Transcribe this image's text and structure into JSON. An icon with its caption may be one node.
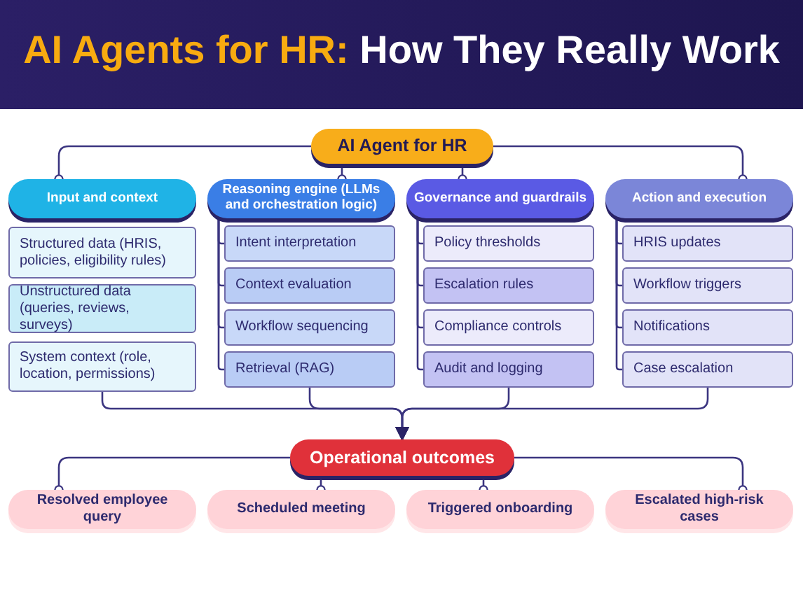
{
  "diagram": {
    "title": "AI Agents for HR: How They Really Work",
    "nodes": [
      {
        "text": [
          "AI Agent for HR"
        ]
      },
      {
        "text": [
          "Input and context"
        ]
      },
      {
        "text": [
          "Structured data (HRIS, policies, eligibility rules)"
        ]
      },
      {
        "text": [
          "Unstructured data (queries, reviews, surveys)"
        ]
      },
      {
        "text": [
          "System context (role, location, permissions)"
        ]
      },
      {
        "text": [
          "Reasoning engine (LLMs and orchestration logic)"
        ]
      },
      {
        "text": [
          "Intent interpretation"
        ]
      },
      {
        "text": [
          "Context evaluation"
        ]
      },
      {
        "text": [
          "Workflow sequencing"
        ]
      },
      {
        "text": [
          "Retrieval (RAG)"
        ]
      },
      {
        "text": [
          "Governance and guardrails"
        ]
      },
      {
        "text": [
          "Policy thresholds"
        ]
      },
      {
        "text": [
          "Escalation rules"
        ]
      },
      {
        "text": [
          "Compliance controls"
        ]
      },
      {
        "text": [
          "Audit and logging"
        ]
      },
      {
        "text": [
          "Action and execution"
        ]
      },
      {
        "text": [
          "HRIS updates"
        ]
      },
      {
        "text": [
          "Workflow triggers"
        ]
      },
      {
        "text": [
          "Notifications"
        ]
      },
      {
        "text": [
          "Case escalation"
        ]
      },
      {
        "text": [
          "Operational outcomes"
        ]
      },
      {
        "text": [
          "Resolved employee query"
        ]
      },
      {
        "text": [
          "Scheduled meeting"
        ]
      },
      {
        "text": [
          "Triggered onboarding"
        ]
      },
      {
        "text": [
          "Escalated high-risk cases"
        ]
      }
    ],
    "edges": [
      {
        "from": 0,
        "to": 1,
        "arrow": "other"
      },
      {
        "from": 0,
        "to": 5,
        "arrow": "other"
      },
      {
        "from": 0,
        "to": 10,
        "arrow": "other"
      },
      {
        "from": 0,
        "to": 15,
        "arrow": "other"
      },
      {
        "from": 5,
        "to": 6,
        "arrow": "none"
      },
      {
        "from": 5,
        "to": 7,
        "arrow": "none"
      },
      {
        "from": 5,
        "to": 8,
        "arrow": "none"
      },
      {
        "from": 5,
        "to": 9,
        "arrow": "none"
      },
      {
        "from": 10,
        "to": 11,
        "arrow": "none"
      },
      {
        "from": 10,
        "to": 12,
        "arrow": "none"
      },
      {
        "from": 10,
        "to": 13,
        "arrow": "none"
      },
      {
        "from": 10,
        "to": 14,
        "arrow": "none"
      },
      {
        "from": 15,
        "to": 16,
        "arrow": "none"
      },
      {
        "from": 15,
        "to": 17,
        "arrow": "none"
      },
      {
        "from": 15,
        "to": 18,
        "arrow": "none"
      },
      {
        "from": 15,
        "to": 19,
        "arrow": "none"
      },
      {
        "from": 4,
        "to": 20,
        "arrow": "to"
      },
      {
        "from": 9,
        "to": 20,
        "arrow": "to"
      },
      {
        "from": 14,
        "to": 20,
        "arrow": "to"
      },
      {
        "from": 19,
        "to": 20,
        "arrow": "to"
      },
      {
        "from": 20,
        "to": 21,
        "arrow": "other"
      },
      {
        "from": 20,
        "to": 22,
        "arrow": "other"
      },
      {
        "from": 20,
        "to": 23,
        "arrow": "other"
      },
      {
        "from": 20,
        "to": 24,
        "arrow": "other"
      }
    ]
  }
}
